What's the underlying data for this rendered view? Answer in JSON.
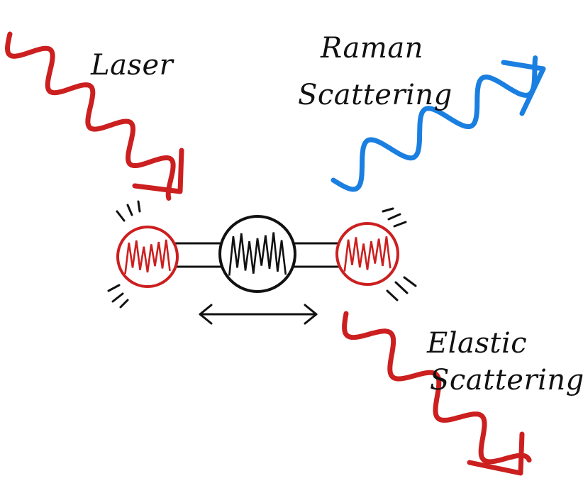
{
  "labels": {
    "laser": "Laser",
    "raman": [
      "Raman",
      "Scattering"
    ],
    "elastic": [
      "Elastic",
      "Scattering"
    ]
  },
  "colors": {
    "laser": "#cc1f1f",
    "raman": "#1a7fe0",
    "elastic": "#cc1f1f",
    "ink": "#111111",
    "atom_fill": "#ffffff"
  },
  "icons": {
    "incoming": "wavy-arrow-icon",
    "outgoing_raman": "wavy-arrow-icon",
    "outgoing_elastic": "wavy-arrow-icon",
    "motion": "double-arrow-icon"
  }
}
